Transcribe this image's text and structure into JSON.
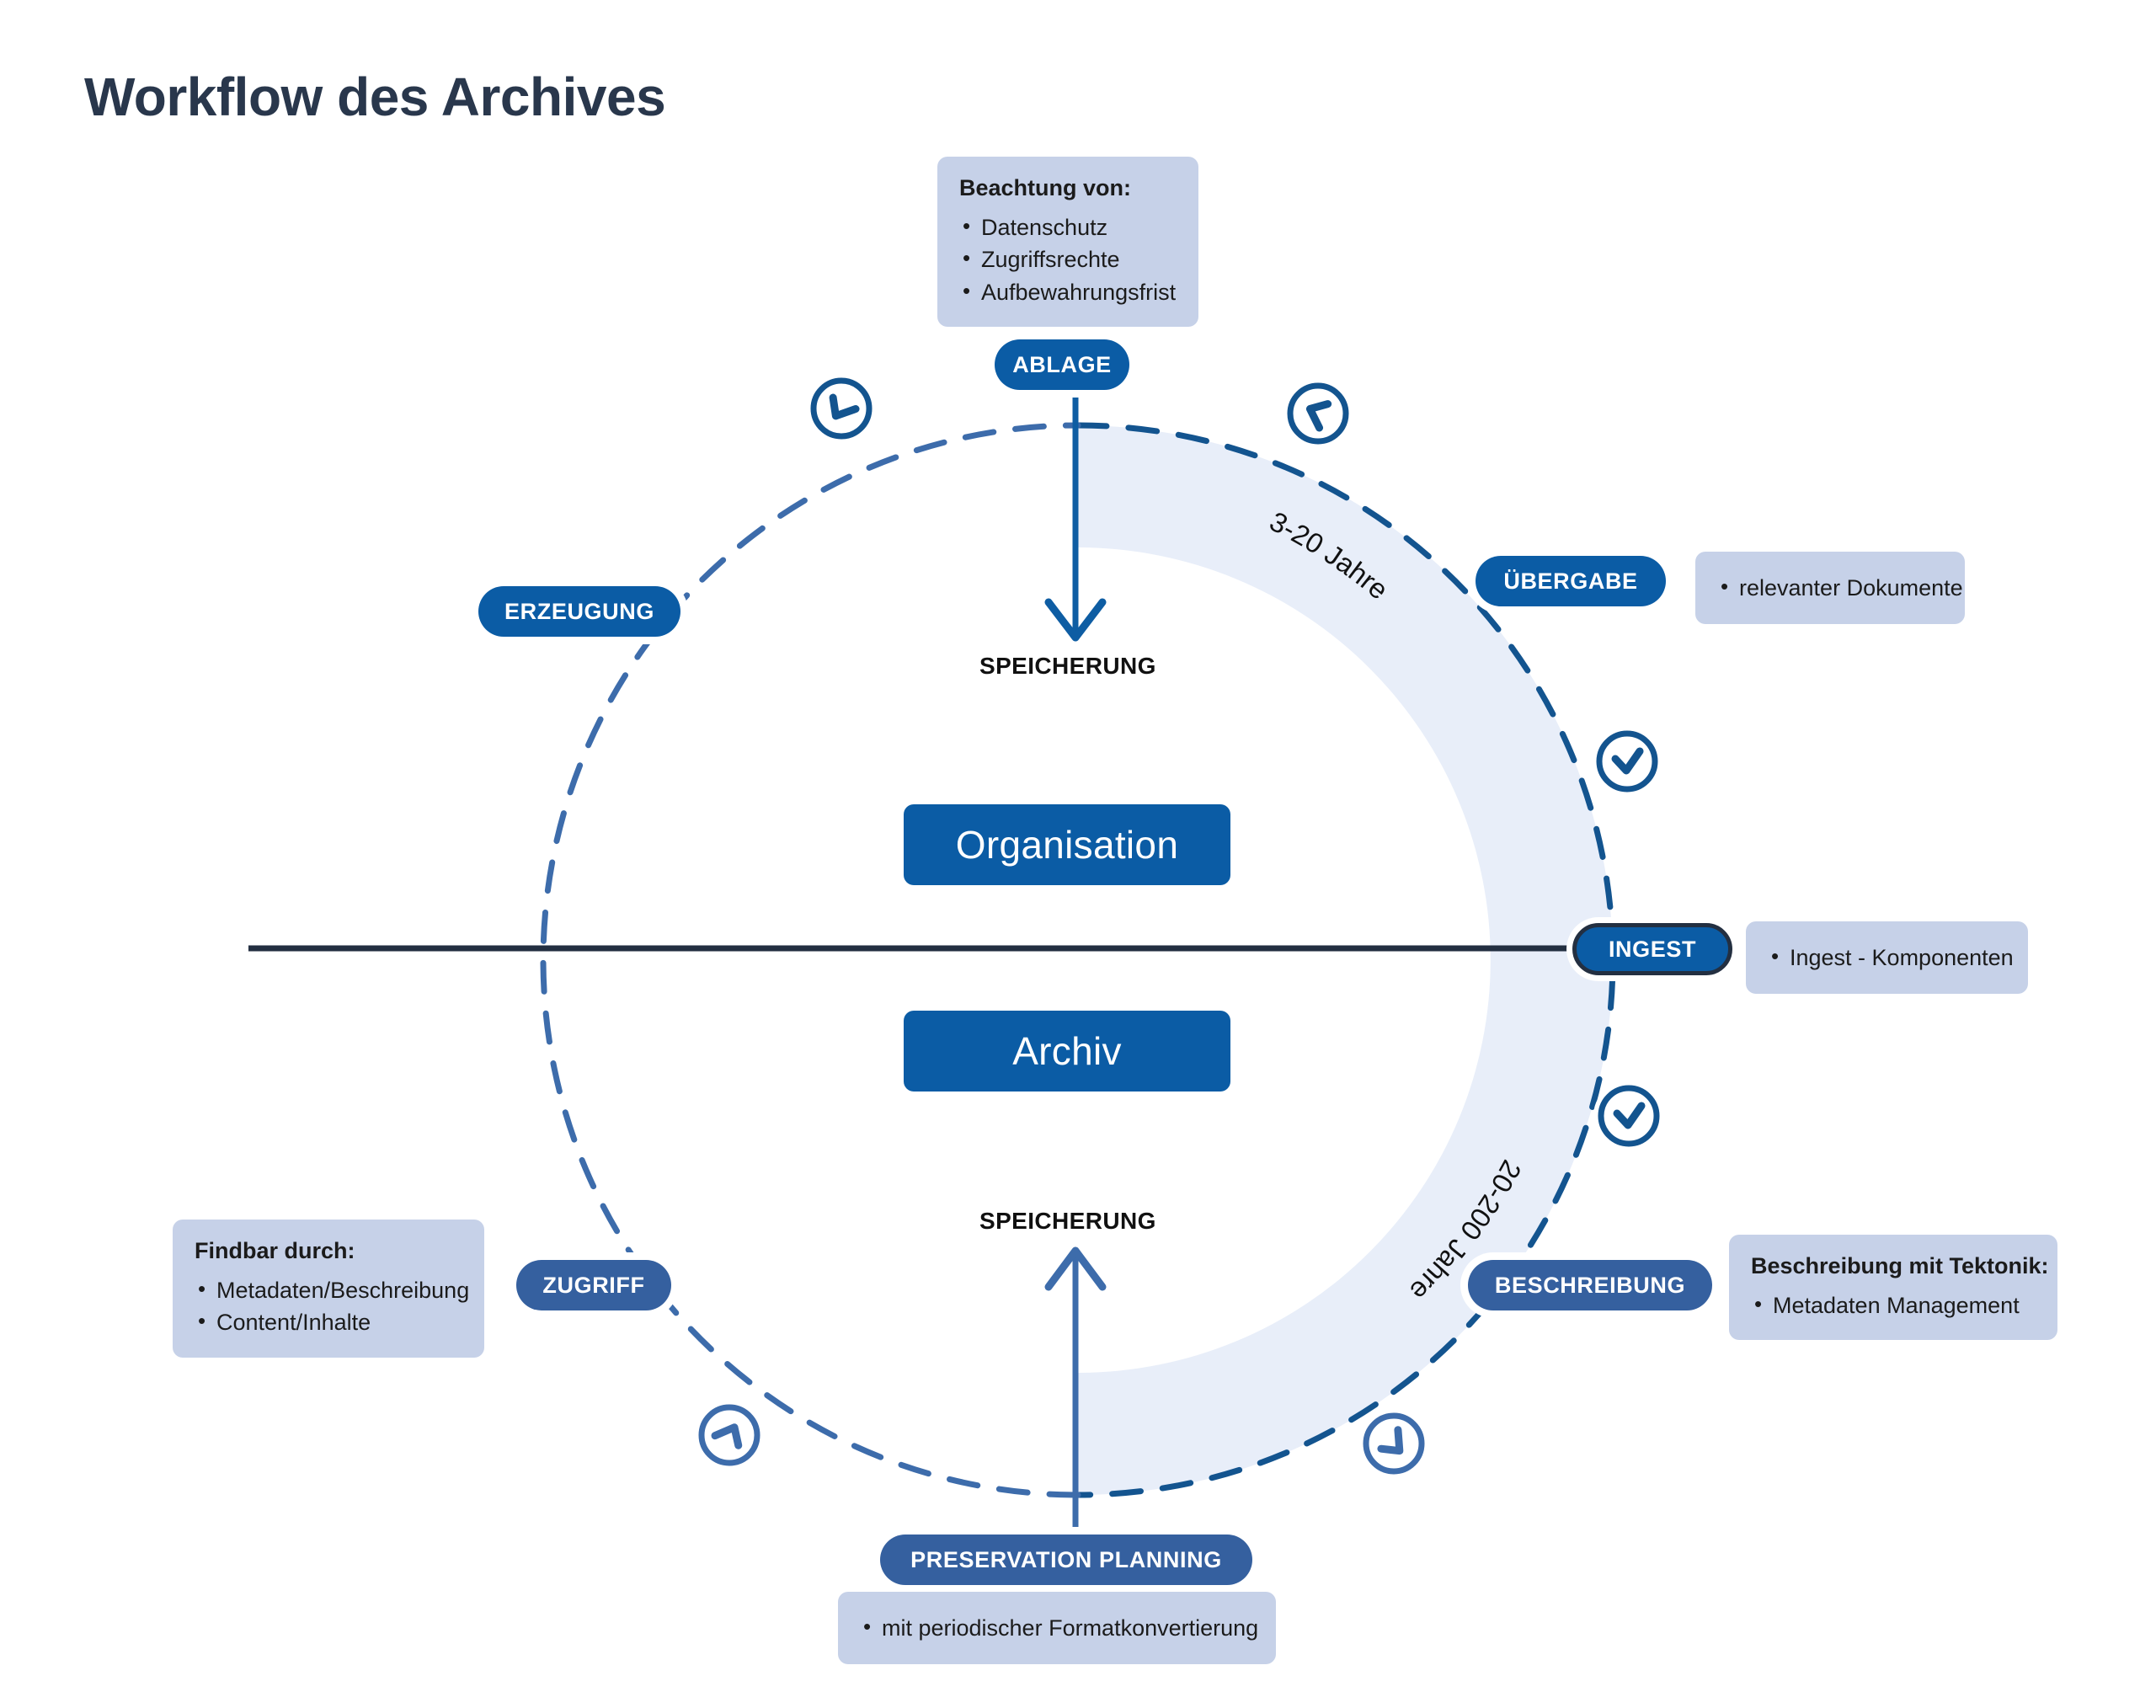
{
  "title": "Workflow des Archives",
  "colors": {
    "title_navy": "#29374c",
    "strong_blue": "#0b5ca5",
    "slate_blue": "#35609f",
    "band_fill": "#e8eef9",
    "infobox_bg": "#c6d1e8",
    "divider": "#232f41"
  },
  "center_boxes": [
    {
      "label": "Organisation"
    },
    {
      "label": "Archiv"
    }
  ],
  "divider": {
    "name": "organisation-archiv-divider"
  },
  "stages": [
    {
      "id": "ablage",
      "label": "ABLAGE",
      "style": "strong"
    },
    {
      "id": "erzeugung",
      "label": "ERZEUGUNG",
      "style": "strong"
    },
    {
      "id": "uebergabe",
      "label": "ÜBERGABE",
      "style": "strong"
    },
    {
      "id": "ingest",
      "label": "INGEST",
      "style": "ingest"
    },
    {
      "id": "beschreibung",
      "label": "BESCHREIBUNG",
      "style": "slate"
    },
    {
      "id": "preservation-planning",
      "label": "PRESERVATION PLANNING",
      "style": "slate"
    },
    {
      "id": "zugriff",
      "label": "ZUGRIFF",
      "style": "slate"
    }
  ],
  "info_boxes": {
    "ablage": {
      "title": "Beachtung von:",
      "items": [
        "Datenschutz",
        "Zugriffsrechte",
        "Aufbewahrungsfrist"
      ]
    },
    "uebergabe": {
      "title": "",
      "items": [
        "relevanter Dokumente"
      ]
    },
    "ingest": {
      "title": "",
      "items": [
        "Ingest - Komponenten"
      ]
    },
    "beschreibung": {
      "title": "Beschreibung mit Tektonik:",
      "items": [
        "Metadaten Management"
      ]
    },
    "preservation_planning": {
      "title": "",
      "items": [
        "mit periodischer Formatkonvertierung"
      ]
    },
    "zugriff": {
      "title": "Findbar durch:",
      "items": [
        "Metadaten/Beschreibung",
        "Content/Inhalte"
      ]
    }
  },
  "storage_labels": {
    "top": "SPEICHERUNG",
    "bottom": "SPEICHERUNG"
  },
  "duration_labels": {
    "upper": "3-20 Jahre",
    "lower": "20-200 Jahre"
  },
  "flow_markers": [
    {
      "name": "flow-marker-erzeugung-ablage",
      "icon": "chevron-circle-icon"
    },
    {
      "name": "flow-marker-ablage-uebergabe",
      "icon": "chevron-circle-icon"
    },
    {
      "name": "flow-marker-uebergabe-ingest",
      "icon": "chevron-circle-icon"
    },
    {
      "name": "flow-marker-ingest-beschreibung",
      "icon": "chevron-circle-icon"
    },
    {
      "name": "flow-marker-beschreibung-preservation",
      "icon": "chevron-circle-icon"
    },
    {
      "name": "flow-marker-preservation-zugriff",
      "icon": "chevron-circle-icon"
    }
  ]
}
